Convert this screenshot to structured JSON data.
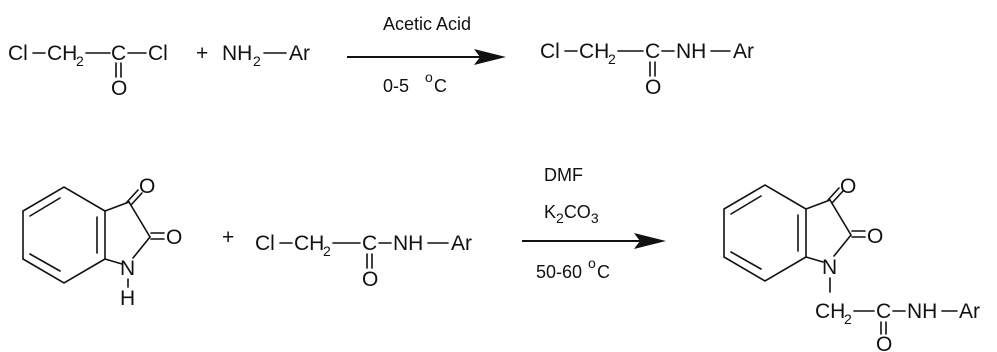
{
  "reaction1": {
    "reactant1": {
      "cl_left": "Cl",
      "ch": "CH",
      "sub2": "2",
      "c": "C",
      "cl_right": "Cl",
      "o": "O"
    },
    "plus": "+",
    "reactant2": {
      "nh": "NH",
      "sub2": "2",
      "ar": "Ar"
    },
    "arrow": {
      "above": "Acetic Acid",
      "below_num": "0-5",
      "below_deg": "o",
      "below_unit": "C"
    },
    "product": {
      "cl": "Cl",
      "ch": "CH",
      "sub2": "2",
      "c": "C",
      "nh": "NH",
      "ar": "Ar",
      "o": "O"
    }
  },
  "reaction2": {
    "isatin": {
      "o_top": "O",
      "o_right": "O",
      "n": "N",
      "h": "H"
    },
    "plus": "+",
    "reactant2": {
      "cl": "Cl",
      "ch": "CH",
      "sub2": "2",
      "c": "C",
      "nh": "NH",
      "ar": "Ar",
      "o": "O"
    },
    "arrow": {
      "above1": "DMF",
      "above2_k": "K",
      "above2_sub2": "2",
      "above2_co": "CO",
      "above2_sub3": "3",
      "below_num": "50-60",
      "below_deg": "o",
      "below_unit": "C"
    },
    "product": {
      "o_top": "O",
      "o_right": "O",
      "n": "N",
      "ch": "CH",
      "sub2": "2",
      "c": "C",
      "nh": "NH",
      "ar": "Ar",
      "o": "O"
    }
  }
}
